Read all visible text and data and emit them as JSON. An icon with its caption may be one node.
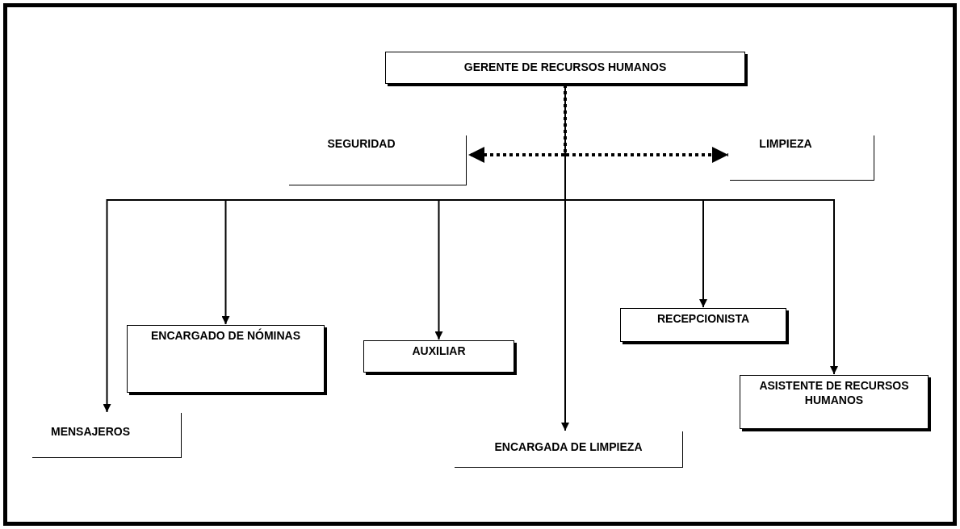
{
  "diagram": {
    "nodes": [
      {
        "text": [
          "GERENTE DE RECURSOS HUMANOS"
        ]
      },
      {
        "text": [
          "SEGURIDAD"
        ]
      },
      {
        "text": [
          "LIMPIEZA"
        ]
      },
      {
        "text": [
          "ENCARGADO DE NÓMINAS"
        ]
      },
      {
        "text": [
          "AUXILIAR"
        ]
      },
      {
        "text": [
          "RECEPCIONISTA"
        ]
      },
      {
        "text": [
          "ASISTENTE DE RECURSOS HUMANOS"
        ]
      },
      {
        "text": [
          "MENSAJEROS"
        ]
      },
      {
        "text": [
          "ENCARGADA DE LIMPIEZA"
        ]
      }
    ],
    "edges": [
      {
        "from": 0,
        "to": 1,
        "arrow": "to",
        "style": "dashed"
      },
      {
        "from": 0,
        "to": 2,
        "arrow": "to",
        "style": "dashed"
      },
      {
        "from": 0,
        "to": 7,
        "arrow": "to"
      },
      {
        "from": 0,
        "to": 3,
        "arrow": "to"
      },
      {
        "from": 0,
        "to": 4,
        "arrow": "to"
      },
      {
        "from": 0,
        "to": 8,
        "arrow": "to"
      },
      {
        "from": 0,
        "to": 5,
        "arrow": "to"
      },
      {
        "from": 0,
        "to": 6,
        "arrow": "to"
      }
    ]
  }
}
